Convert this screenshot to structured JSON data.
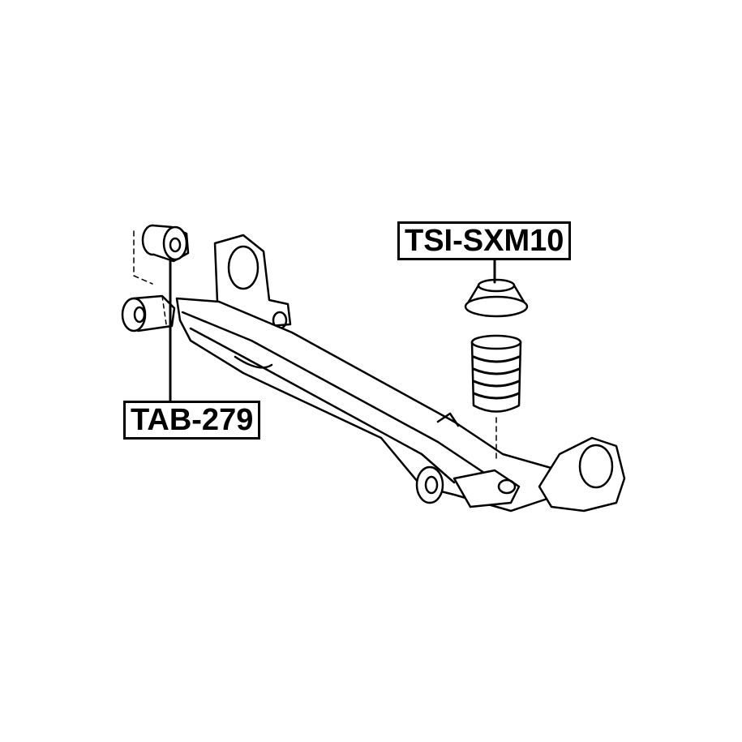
{
  "diagram": {
    "parts": [
      {
        "label": "TSI-SXM10",
        "component": "spring-seat-and-bump-stop"
      },
      {
        "label": "TAB-279",
        "component": "axle-bushing"
      }
    ],
    "line_color": "#000000",
    "background": "#ffffff"
  }
}
